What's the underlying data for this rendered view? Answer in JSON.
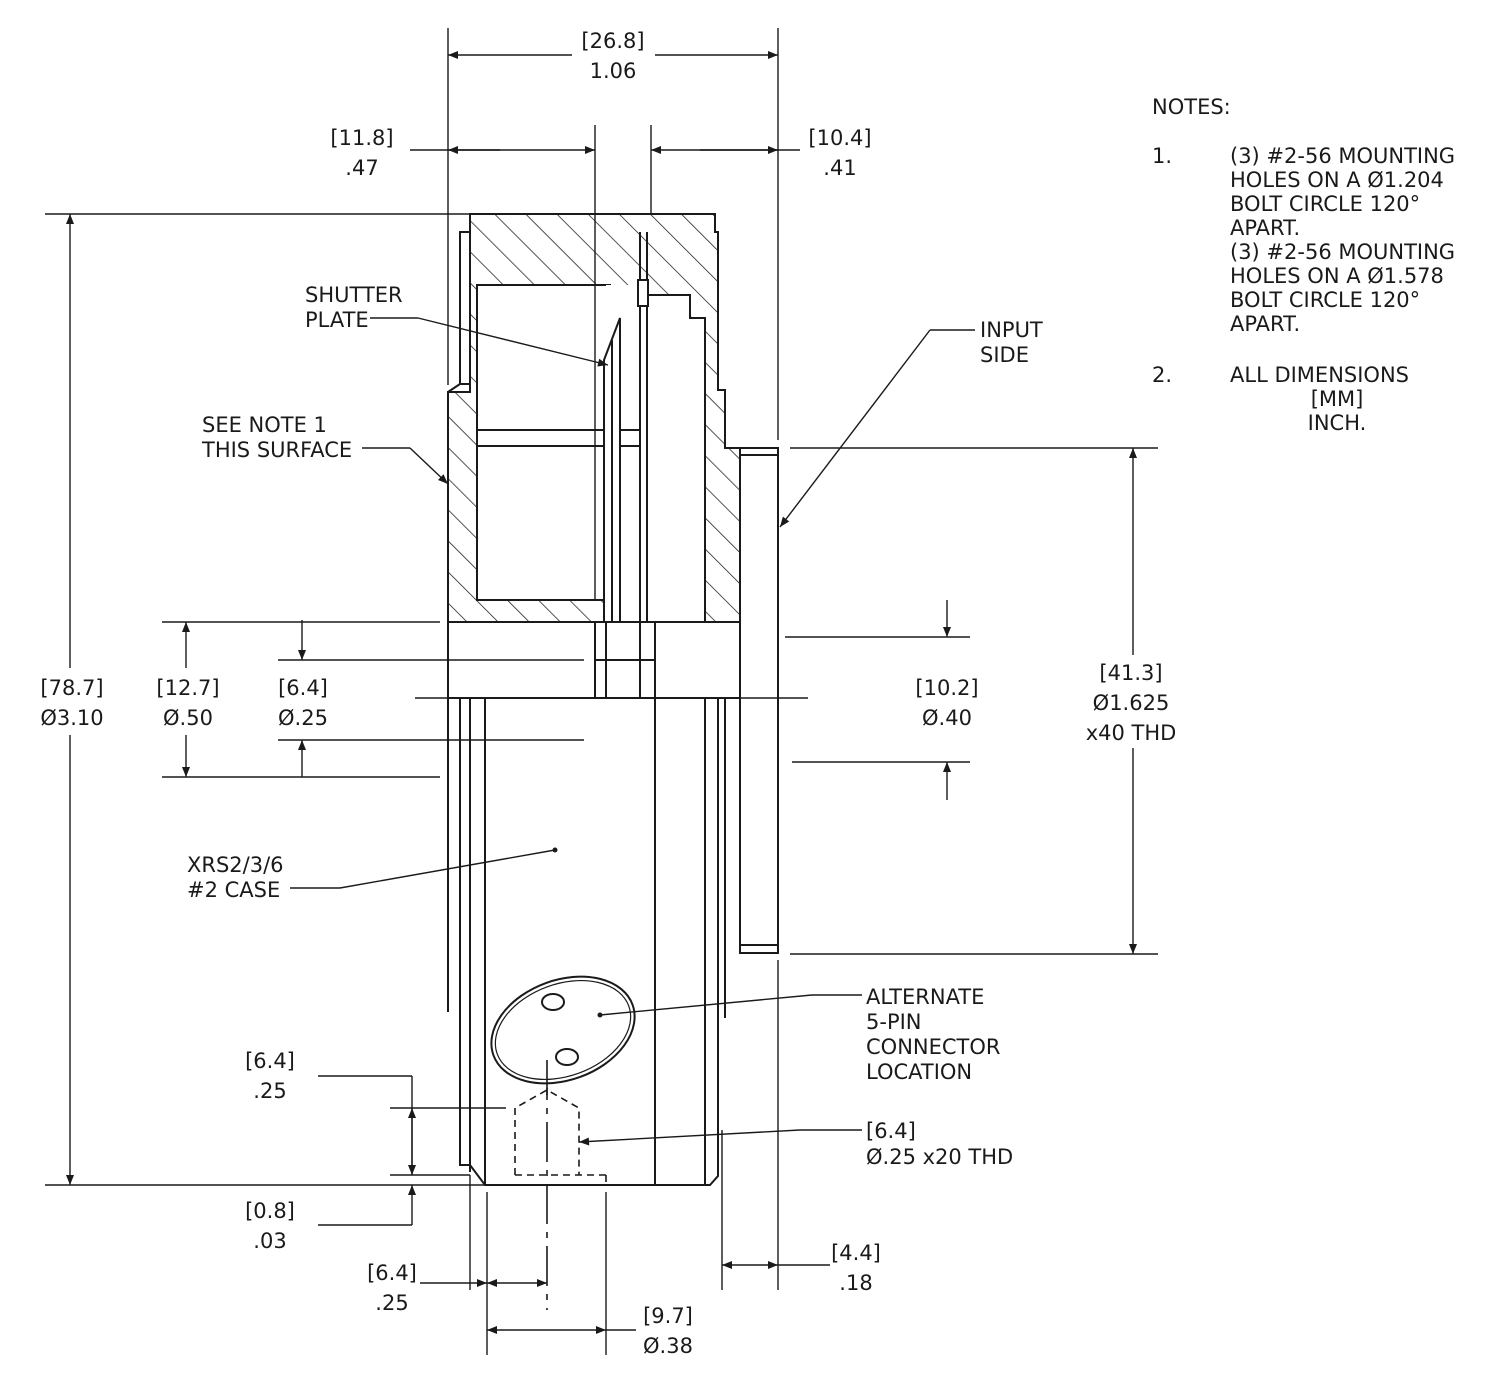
{
  "notes": {
    "title": "NOTES:",
    "items": [
      {
        "num": "1.",
        "lines": [
          "(3) #2-56 MOUNTING",
          "HOLES ON A  Ø1.204",
          "BOLT CIRCLE 120°",
          "APART.",
          "(3) #2-56 MOUNTING",
          "HOLES ON A  Ø1.578",
          "BOLT CIRCLE 120°",
          "APART."
        ]
      },
      {
        "num": "2.",
        "lines": [
          "ALL DIMENSIONS",
          "[MM]",
          "INCH."
        ]
      }
    ]
  },
  "dimensions": {
    "overall_width": {
      "mm": "[26.8]",
      "inch": "1.06"
    },
    "left_offset": {
      "mm": "[11.8]",
      "inch": ".47"
    },
    "right_offset": {
      "mm": "[10.4]",
      "inch": ".41"
    },
    "overall_height": {
      "mm": "[78.7]",
      "inch": "Ø3.10"
    },
    "dia_50": {
      "mm": "[12.7]",
      "inch": "Ø.50"
    },
    "dia_25": {
      "mm": "[6.4]",
      "inch": "Ø.25"
    },
    "dia_40": {
      "mm": "[10.2]",
      "inch": "Ø.40"
    },
    "thread_1625": {
      "mm": "[41.3]",
      "inch": "Ø1.625",
      "thread": "x40 THD"
    },
    "bottom_25": {
      "mm": "[6.4]",
      "inch": ".25"
    },
    "bottom_03": {
      "mm": "[0.8]",
      "inch": ".03"
    },
    "bottom_offset_25": {
      "mm": "[6.4]",
      "inch": ".25"
    },
    "dia_38": {
      "mm": "[9.7]",
      "inch": "Ø.38"
    },
    "right_18": {
      "mm": "[4.4]",
      "inch": ".18"
    },
    "thread_25": {
      "mm": "[6.4]",
      "inch": "Ø.25 x20 THD"
    }
  },
  "labels": {
    "shutter_plate": [
      "SHUTTER",
      "PLATE"
    ],
    "input_side": [
      "INPUT",
      "SIDE"
    ],
    "see_note": [
      "SEE NOTE 1",
      "THIS SURFACE"
    ],
    "case": [
      "XRS2/3/6",
      "#2 CASE"
    ],
    "connector": [
      "ALTERNATE",
      "5-PIN",
      "CONNECTOR",
      "LOCATION"
    ]
  }
}
